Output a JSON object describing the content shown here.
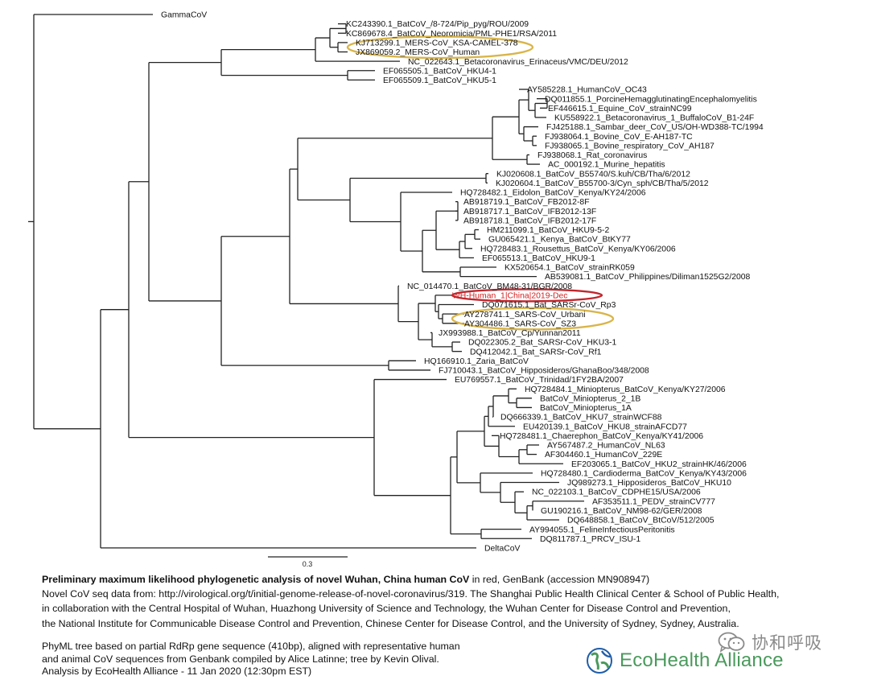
{
  "tree": {
    "leaves": [
      {
        "label": "GammaCoV",
        "highlight": ""
      },
      {
        "label": "KC243390.1_BatCoV_/8-724/Pip_pyg/ROU/2009",
        "highlight": ""
      },
      {
        "label": "KC869678.4_BatCoV_Neoromicia/PML-PHE1/RSA/2011",
        "highlight": ""
      },
      {
        "label": "KJ713299.1_MERS-CoV_KSA-CAMEL-378",
        "highlight": "mers"
      },
      {
        "label": "JX869059.2_MERS-CoV_Human",
        "highlight": "mers"
      },
      {
        "label": "NC_022643.1_Betacoronavirus_Erinaceus/VMC/DEU/2012",
        "highlight": ""
      },
      {
        "label": "EF065505.1_BatCoV_HKU4-1",
        "highlight": ""
      },
      {
        "label": "EF065509.1_BatCoV_HKU5-1",
        "highlight": ""
      },
      {
        "label": "AY585228.1_HumanCoV_OC43",
        "highlight": ""
      },
      {
        "label": "DQ011855.1_PorcineHemagglutinatingEncephalomyelitis",
        "highlight": ""
      },
      {
        "label": "EF446615.1_Equine_CoV_strainNC99",
        "highlight": ""
      },
      {
        "label": "KU558922.1_Betacoronavirus_1_BuffaloCoV_B1-24F",
        "highlight": ""
      },
      {
        "label": "FJ425188.1_Sambar_deer_CoV_US/OH-WD388-TC/1994",
        "highlight": ""
      },
      {
        "label": "FJ938064.1_Bovine_CoV_E-AH187-TC",
        "highlight": ""
      },
      {
        "label": "FJ938065.1_Bovine_respiratory_CoV_AH187",
        "highlight": ""
      },
      {
        "label": "FJ938068.1_Rat_coronavirus",
        "highlight": ""
      },
      {
        "label": "AC_000192.1_Murine_hepatitis",
        "highlight": ""
      },
      {
        "label": "KJ020608.1_BatCoV_B55740/S.kuh/CB/Tha/6/2012",
        "highlight": ""
      },
      {
        "label": "KJ020604.1_BatCoV_B55700-3/Cyn_sph/CB/Tha/5/2012",
        "highlight": ""
      },
      {
        "label": "HQ728482.1_Eidolon_BatCoV_Kenya/KY24/2006",
        "highlight": ""
      },
      {
        "label": "AB918719.1_BatCoV_FB2012-8F",
        "highlight": ""
      },
      {
        "label": "AB918717.1_BatCoV_IFB2012-13F",
        "highlight": ""
      },
      {
        "label": "AB918718.1_BatCoV_IFB2012-17F",
        "highlight": ""
      },
      {
        "label": "HM211099.1_BatCoV_HKU9-5-2",
        "highlight": ""
      },
      {
        "label": "GU065421.1_Kenya_BatCoV_BtKY77",
        "highlight": ""
      },
      {
        "label": "HQ728483.1_Rousettus_BatCoV_Kenya/KY06/2006",
        "highlight": ""
      },
      {
        "label": "EF065513.1_BatCoV_HKU9-1",
        "highlight": ""
      },
      {
        "label": "KX520654.1_BatCoV_strainRK059",
        "highlight": ""
      },
      {
        "label": "AB539081.1_BatCoV_Philippines/Diliman1525G2/2008",
        "highlight": ""
      },
      {
        "label": "NC_014470.1_BatCoV_BM48-31/BGR/2008",
        "highlight": ""
      },
      {
        "label": "WH-Human_1|China|2019-Dec",
        "highlight": "wuhan"
      },
      {
        "label": "DQ071615.1_Bat_SARSr-CoV_Rp3",
        "highlight": ""
      },
      {
        "label": "AY278741.1_SARS-CoV_Urbani",
        "highlight": "sars"
      },
      {
        "label": "AY304486.1_SARS-CoV_SZ3",
        "highlight": "sars"
      },
      {
        "label": "JX993988.1_BatCoV_Cp/Yunnan2011",
        "highlight": ""
      },
      {
        "label": "DQ022305.2_Bat_SARSr-CoV_HKU3-1",
        "highlight": ""
      },
      {
        "label": "DQ412042.1_Bat_SARSr-CoV_Rf1",
        "highlight": ""
      },
      {
        "label": "HQ166910.1_Zaria_BatCoV",
        "highlight": ""
      },
      {
        "label": "FJ710043.1_BatCoV_Hipposideros/GhanaBoo/348/2008",
        "highlight": ""
      },
      {
        "label": "EU769557.1_BatCoV_Trinidad/1FY2BA/2007",
        "highlight": ""
      },
      {
        "label": "HQ728484.1_Miniopterus_BatCoV_Kenya/KY27/2006",
        "highlight": ""
      },
      {
        "label": "BatCoV_Miniopterus_2_1B",
        "highlight": ""
      },
      {
        "label": "BatCoV_Miniopterus_1A",
        "highlight": ""
      },
      {
        "label": "DQ666339.1_BatCoV_HKU7_strainWCF88",
        "highlight": ""
      },
      {
        "label": "EU420139.1_BatCoV_HKU8_strainAFCD77",
        "highlight": ""
      },
      {
        "label": "HQ728481.1_Chaerephon_BatCoV_Kenya/KY41/2006",
        "highlight": ""
      },
      {
        "label": "AY567487.2_HumanCoV_NL63",
        "highlight": ""
      },
      {
        "label": "AF304460.1_HumanCoV_229E",
        "highlight": ""
      },
      {
        "label": "EF203065.1_BatCoV_HKU2_strainHK/46/2006",
        "highlight": ""
      },
      {
        "label": "HQ728480.1_Cardioderma_BatCoV_Kenya/KY43/2006",
        "highlight": ""
      },
      {
        "label": "JQ989273.1_Hipposideros_BatCoV_HKU10",
        "highlight": ""
      },
      {
        "label": "NC_022103.1_BatCoV_CDPHE15/USA/2006",
        "highlight": ""
      },
      {
        "label": "AF353511.1_PEDV_strainCV777",
        "highlight": ""
      },
      {
        "label": "GU190216.1_BatCoV_NM98-62/GER/2008",
        "highlight": ""
      },
      {
        "label": "DQ648858.1_BatCoV_BtCoV/512/2005",
        "highlight": ""
      },
      {
        "label": "AY994055.1_FelineInfectiousPeritonitis",
        "highlight": ""
      },
      {
        "label": "DQ811787.1_PRCV_ISU-1",
        "highlight": ""
      },
      {
        "label": "DeltaCoV",
        "highlight": ""
      }
    ],
    "scale_bar_value": "0.3",
    "colors": {
      "branch": "#222222",
      "highlight_text": "#d42020",
      "mers_sars_ellipse": "#d9b54a",
      "wuhan_ellipse": "#c0262d"
    }
  },
  "caption": {
    "title_bold": "Preliminary maximum likelihood phylogenetic analysis of novel Wuhan, China human CoV",
    "title_rest": " in red, GenBank (accession MN908947)",
    "line2": "Novel CoV seq data from: http://virological.org/t/initial-genome-release-of-novel-coronavirus/319. The Shanghai Public Health Clinical Center & School of Public Health,",
    "line3": "in collaboration with the Central Hospital of Wuhan, Huazhong University of Science and Technology, the Wuhan Center for Disease Control and Prevention,",
    "line4": "the National Institute for Communicable Disease Control and Prevention, Chinese Center for Disease Control, and the University of Sydney, Sydney, Australia."
  },
  "notes": {
    "line1": "PhyML tree based on partial RdRp gene sequence (410bp), aligned with representative human",
    "line2": "and animal CoV sequences from Genbank compiled by Alice Latinne; tree by Kevin Olival.",
    "line3": "Analysis by EcoHealth Alliance - 11 Jan 2020 (12:30pm EST)"
  },
  "watermark": {
    "text": "协和呼吸",
    "icon": "wechat-icon",
    "color": "#8a8a8a"
  },
  "logo": {
    "text": "EcoHealth Alliance",
    "icon": "ecohealth-globe-icon",
    "color": "#4a9a5c"
  }
}
